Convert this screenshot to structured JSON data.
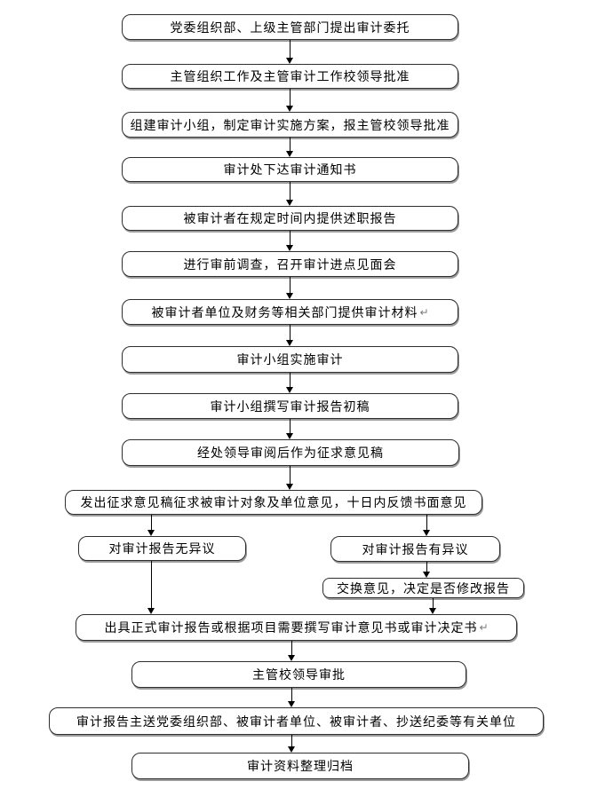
{
  "diagram": {
    "type": "flowchart",
    "language": "zh-CN",
    "colors": {
      "page_background": "#ffffff",
      "box_fill": "#ffffff",
      "box_border": "#2e2e2e",
      "box_shadow": "#9c9c9c",
      "arrow": "#000000",
      "text": "#000000"
    },
    "nodes": [
      {
        "id": 1,
        "label": "党委组织部、上级主管部门提出审计委托"
      },
      {
        "id": 2,
        "label": "主管组织工作及主管审计工作校领导批准"
      },
      {
        "id": 3,
        "label": "组建审计小组，制定审计实施方案，报主管校领导批准"
      },
      {
        "id": 4,
        "label": "审计处下达审计通知书"
      },
      {
        "id": 5,
        "label": "被审计者在规定时间内提供述职报告"
      },
      {
        "id": 6,
        "label": "进行审前调查，召开审计进点见面会"
      },
      {
        "id": 7,
        "label": "被审计者单位及财务等相关部门提供审计材料",
        "suffix": "↵"
      },
      {
        "id": 8,
        "label": "审计小组实施审计"
      },
      {
        "id": 9,
        "label": "审计小组撰写审计报告初稿"
      },
      {
        "id": 10,
        "label": "经处领导审阅后作为征求意见稿"
      },
      {
        "id": 11,
        "label": "发出征求意见稿征求被审计对象及单位意见，十日内反馈书面意见"
      },
      {
        "id": 12,
        "label": "对审计报告无异议"
      },
      {
        "id": 13,
        "label": "对审计报告有异议"
      },
      {
        "id": 14,
        "label": "交换意见，决定是否修改报告"
      },
      {
        "id": 15,
        "label": "出具正式审计报告或根据项目需要撰写审计意见书或审计决定书",
        "suffix": "↵"
      },
      {
        "id": 16,
        "label": "主管校领导审批"
      },
      {
        "id": 17,
        "label": "审计报告主送党委组织部、被审计者单位、被审计者、抄送纪委等有关单位"
      },
      {
        "id": 18,
        "label": "审计资料整理归档"
      }
    ],
    "edges": [
      {
        "from": 1,
        "to": 2
      },
      {
        "from": 2,
        "to": 3
      },
      {
        "from": 3,
        "to": 4
      },
      {
        "from": 4,
        "to": 5
      },
      {
        "from": 5,
        "to": 6
      },
      {
        "from": 6,
        "to": 7
      },
      {
        "from": 7,
        "to": 8
      },
      {
        "from": 8,
        "to": 9
      },
      {
        "from": 9,
        "to": 10
      },
      {
        "from": 10,
        "to": 11
      },
      {
        "from": 11,
        "to": 12
      },
      {
        "from": 11,
        "to": 13
      },
      {
        "from": 12,
        "to": 15
      },
      {
        "from": 13,
        "to": 14
      },
      {
        "from": 14,
        "to": 15
      },
      {
        "from": 15,
        "to": 16
      },
      {
        "from": 16,
        "to": 17
      },
      {
        "from": 17,
        "to": 18
      }
    ]
  }
}
